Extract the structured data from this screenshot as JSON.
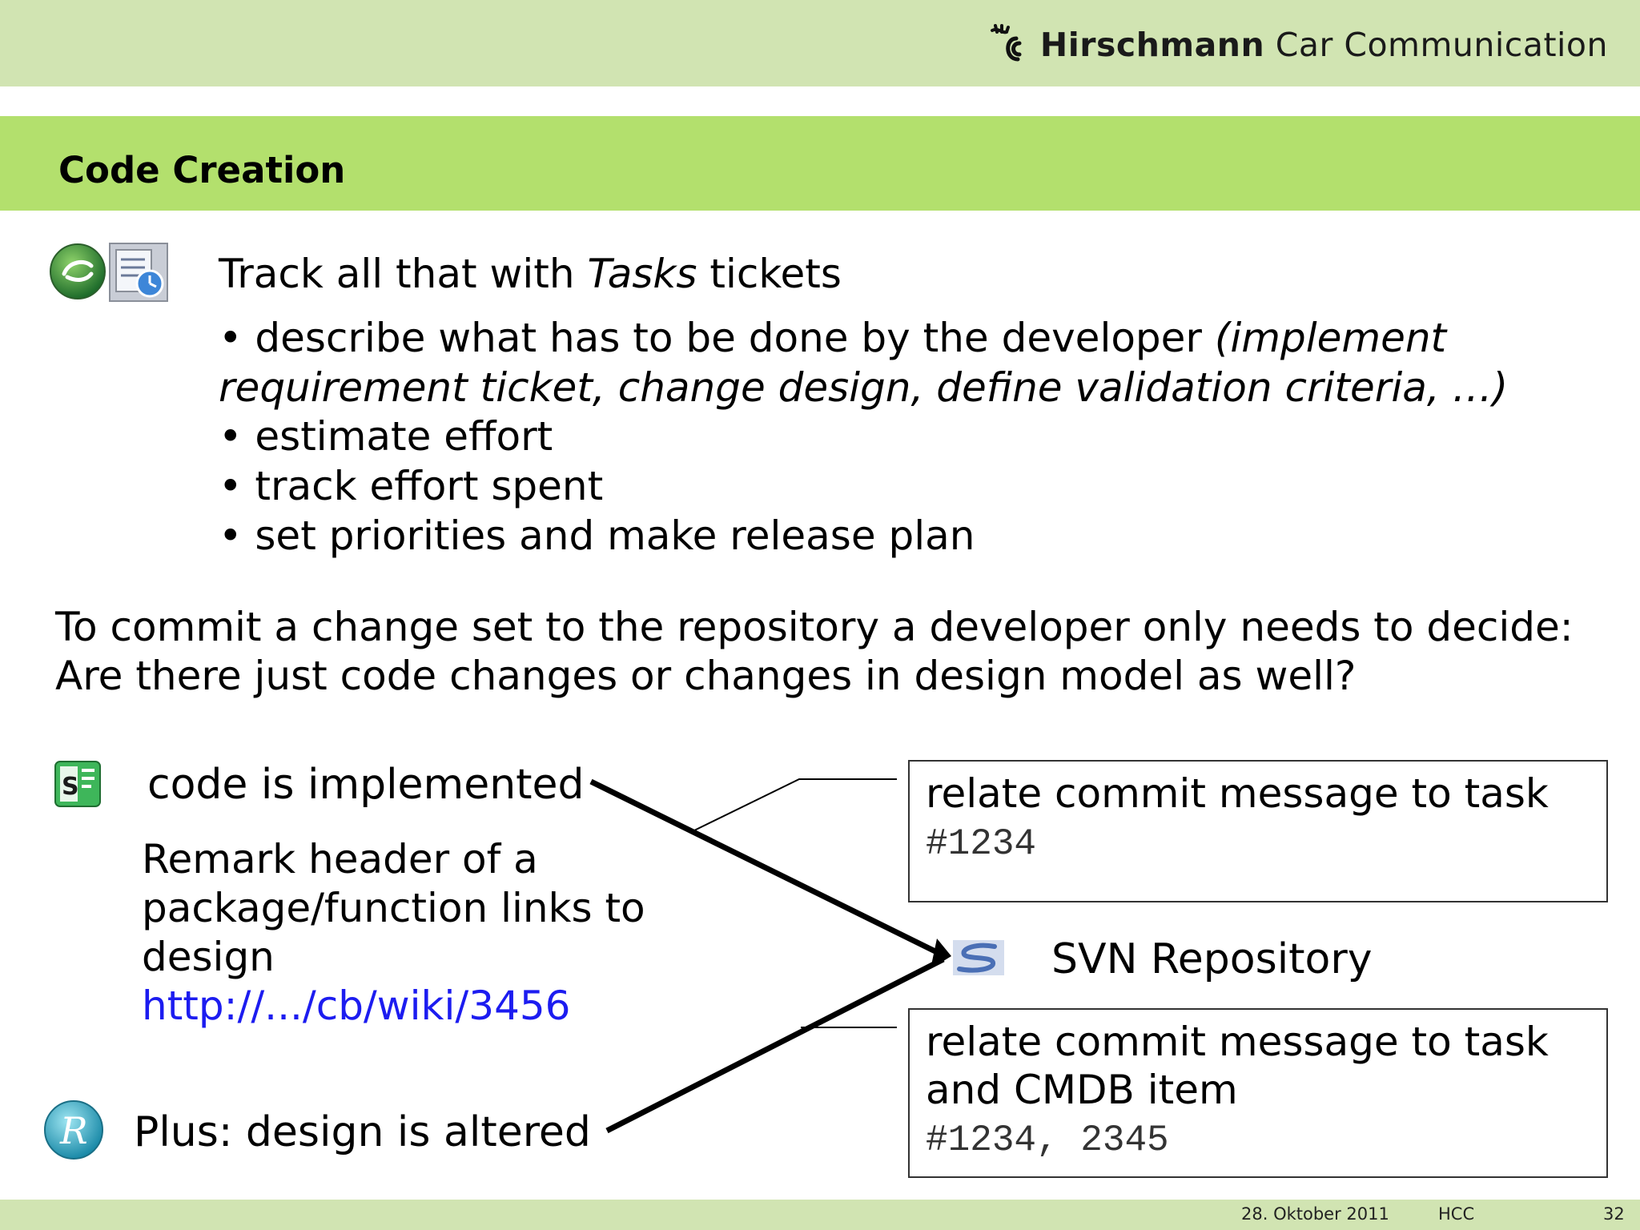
{
  "header": {
    "brand_bold": "Hirschmann",
    "brand_rest": "Car Communication"
  },
  "slide": {
    "title": "Code Creation",
    "tasks_heading_pre": "Track all that with ",
    "tasks_heading_em": "Tasks",
    "tasks_heading_post": " tickets",
    "bullet1_text": "• describe what has to be done by the developer ",
    "bullet1_em_a": "(implement",
    "bullet1_em_b": "requirement ticket, change design, define validation criteria, …)",
    "bullet2": "• estimate effort",
    "bullet3": "• track effort spent",
    "bullet4": "• set priorities and make release plan",
    "commit_line1": "To commit a change set to the repository a developer only needs to decide:",
    "commit_line2": "Are there just code changes or changes in design model as well?"
  },
  "diagram": {
    "code_label": "code is implemented",
    "remark_line1": "Remark header of a",
    "remark_line2": "package/function links to",
    "remark_line3": "design",
    "remark_link": "http://.../cb/wiki/3456",
    "design_label": "Plus: design is altered",
    "svn_label": "SVN Repository",
    "box1_line1": "relate commit message to task",
    "box1_code": "#1234",
    "box2_line1": "relate commit message to task",
    "box2_line2": "and CMDB item",
    "box2_code": "#1234, 2345"
  },
  "footer": {
    "date": "28. Oktober 2011",
    "org": "HCC",
    "page": "32"
  },
  "colors": {
    "header_bg": "#d1e4b2",
    "title_bg": "#b3e06d",
    "link": "#1c1cf0"
  }
}
